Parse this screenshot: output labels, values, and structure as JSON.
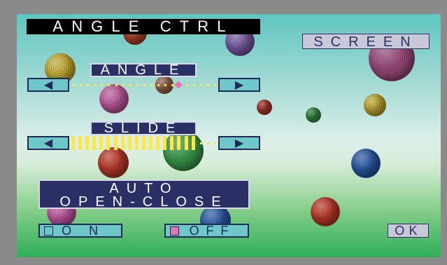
{
  "title": "ANGLE CTRL",
  "screen_button": "SCREEN",
  "angle": {
    "label": "ANGLE",
    "left_icon": "left-triangle-icon",
    "right_icon": "right-triangle-icon",
    "value_fraction": 0.73
  },
  "slide": {
    "label": "SLIDE",
    "left_icon": "left-triangle-icon",
    "right_icon": "right-triangle-icon",
    "value_fraction": 0.85
  },
  "auto": {
    "line1": "AUTO",
    "line2": "OPEN-CLOSE"
  },
  "on_button": "O N",
  "off_button": "OFF",
  "ok_button": "OK",
  "colors": {
    "label_bg": "#2a2f66",
    "button_bg": "#6fc8c8",
    "indicator": "#ffe840",
    "off_marker": "#e077b4"
  }
}
